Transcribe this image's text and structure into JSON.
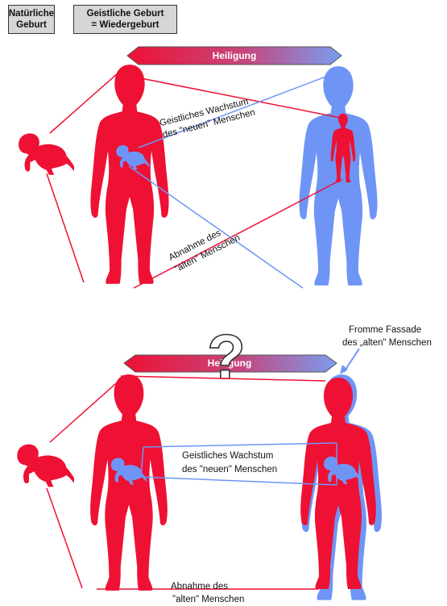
{
  "legend": {
    "natural_birth": [
      "Natürliche",
      "Geburt"
    ],
    "spiritual_birth": [
      "Geistliche Geburt",
      "= Wiedergeburt"
    ]
  },
  "top": {
    "bar_label": "Heiligung",
    "growth_label": [
      "Geistliches Wachstum",
      "des \"neuen\" Menschen"
    ],
    "decline_label": [
      "Abnahme des",
      "\"alten\" Menschen"
    ]
  },
  "bottom": {
    "bar_label": "Heiligung",
    "question_mark": "?",
    "facade_label": [
      "Fromme Fassade",
      "des „alten\" Menschen"
    ],
    "growth_label": [
      "Geistliches Wachstum",
      "des \"neuen\" Menschen"
    ],
    "decline_label": [
      "Abnahme des",
      "\"alten\" Menschen"
    ]
  },
  "colors": {
    "red": "#ee1133",
    "blue": "#6e95f5",
    "bar_left": "#ee1133",
    "bar_right": "#7a9df0",
    "legend_bg": "#d6d6d6"
  }
}
